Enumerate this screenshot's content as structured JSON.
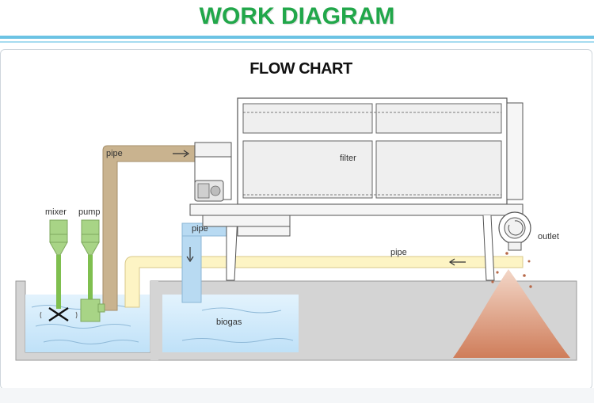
{
  "header": {
    "title": "WORK DIAGRAM",
    "subtitle": "FLOW CHART"
  },
  "labels": {
    "mixer": "mixer",
    "pump": "pump",
    "pipe_top": "pipe",
    "pipe_blue": "pipe",
    "pipe_return": "pipe",
    "filter": "filter",
    "outlet": "outlet",
    "biogas": "biogas"
  },
  "colors": {
    "title_green": "#21a74a",
    "water_blue": "#cbe8fb",
    "pipe_tan": "#c9b38f",
    "pipe_yellow": "#fdf4c4",
    "pipe_blue": "#b8daf2",
    "ground_gray": "#d3d3d3",
    "mixer_green": "#9bc86f",
    "pile_brown": "#cf8160"
  }
}
